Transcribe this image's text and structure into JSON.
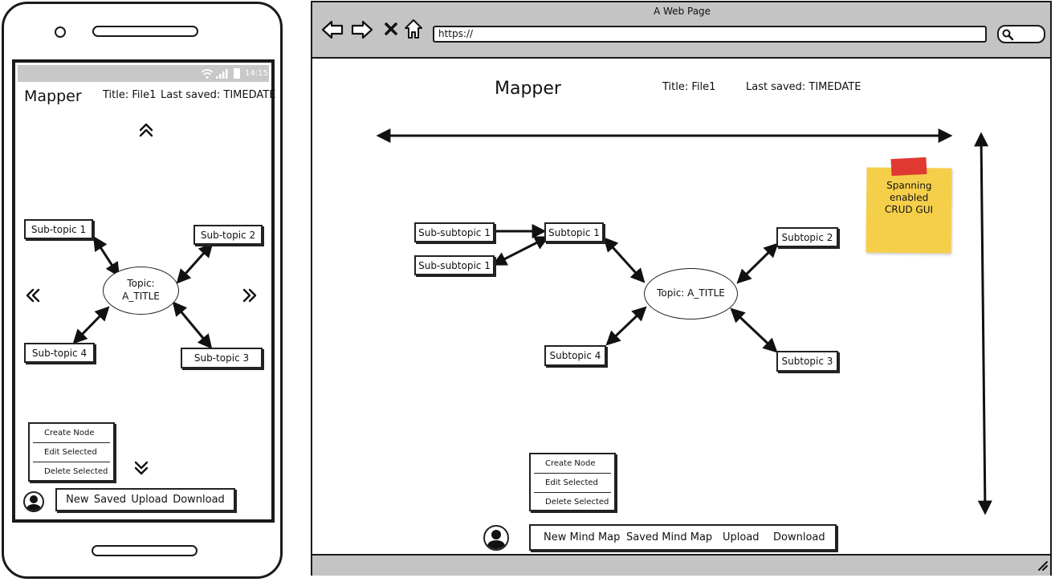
{
  "mobile": {
    "status_time": "14:15",
    "app_title": "Mapper",
    "file_title": "Title: File1",
    "last_saved": "Last saved: TIMEDATE",
    "topic": [
      "Topic:",
      "A_TITLE"
    ],
    "subtopics": [
      "Sub-topic 1",
      "Sub-topic 2",
      "Sub-topic 3",
      "Sub-topic 4"
    ],
    "menu": [
      "Create Node",
      "Edit Selected",
      "Delete Selected"
    ],
    "bottom_bar": [
      "New",
      "Saved",
      "Upload",
      "Download"
    ],
    "nav_icons": [
      "scroll-up-icon",
      "scroll-down-icon",
      "scroll-left-icon",
      "scroll-right-icon"
    ]
  },
  "browser": {
    "window_title": "A Web Page",
    "url": "https://",
    "nav_icons": [
      "back-arrow-icon",
      "forward-arrow-icon",
      "close-icon",
      "home-icon",
      "search-icon"
    ],
    "app_title": "Mapper",
    "file_title": "Title: File1",
    "last_saved": "Last saved: TIMEDATE",
    "topic": "Topic: A_TITLE",
    "subtopics": [
      "Subtopic 1",
      "Subtopic 2",
      "Subtopic 3",
      "Subtopic 4"
    ],
    "subsubtopics": [
      "Sub-subtopic 1",
      "Sub-subtopic 1"
    ],
    "sticky_note": [
      "Spanning",
      "enabled",
      "CRUD GUI"
    ],
    "menu": [
      "Create Node",
      "Edit Selected",
      "Delete Selected"
    ],
    "bottom_bar": [
      "New Mind Map",
      "Saved Mind Map",
      "Upload",
      "Download"
    ]
  },
  "colors": {
    "chrome_gray": "#c4c4c4",
    "status_bar_gray": "#c8c8c8",
    "sticky_yellow": "#f5cf4a",
    "sticky_tape": "#e03a33"
  }
}
